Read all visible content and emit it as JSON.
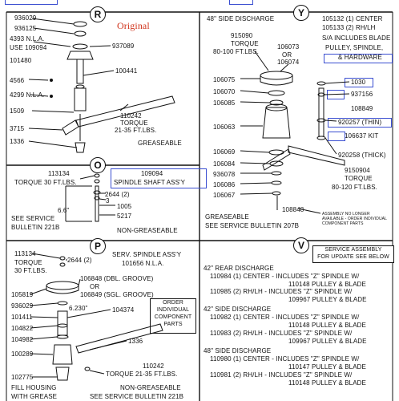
{
  "annotation": {
    "label": "Original",
    "highlight_color": "#3b4fd1",
    "label_color": "#d0341c"
  },
  "sections": {
    "R": {
      "letter": "R",
      "parts": [
        "936029",
        "936125",
        "4393 N.L.A.",
        "USE 109094",
        "101480",
        "4566",
        "4299 N.L.A.",
        "1509",
        "3715",
        "1336",
        "937089",
        "100441",
        "110242"
      ],
      "torque": "TORQUE",
      "torque_spec": "21-35 FT.LBS.",
      "note": "GREASEABLE"
    },
    "Y": {
      "letter": "Y",
      "title": "48\" SIDE DISCHARGE",
      "center": "105132 (1) CENTER",
      "rlh": "105133 (2) RH/LH",
      "includes": "S/A INCLUDES BLADE",
      "includes2": "PULLEY, SPINDLE,",
      "includes3": "& HARDWARE",
      "top_part": "915090",
      "top_torque": "TORQUE",
      "top_torque_spec": "80-100 FT.LBS.",
      "p106073": "106073",
      "or": "OR",
      "p106074": "106074",
      "left_parts": [
        "106075",
        "106070",
        "106085",
        "106063",
        "106069",
        "106084",
        "936078",
        "106086",
        "106067"
      ],
      "right_parts": [
        "1030",
        "937156",
        "108849",
        "920257 (THIN)",
        "106637 KIT",
        "920258 (THICK)",
        "9150904"
      ],
      "bottom_torque": "TORQUE",
      "bottom_torque_spec": "80-120 FT.LBS.",
      "p108848": "108848",
      "nla": "ASSEMBLY NO LONGER AVAILABLE - ORDER INDIVIDUAL COMPONENT PARTS",
      "greaseable": "GREASEABLE",
      "bulletin": "SEE SERVICE BULLETIN 207B"
    },
    "O": {
      "letter": "O",
      "p113134": "113134",
      "torque": "TORQUE 30 FT.LBS.",
      "p109094": "109094",
      "assy": "SPINDLE SHAFT ASS'Y",
      "p2644": "2644 (2)",
      "p3": "3",
      "p1005": "1005",
      "p5217": "5217",
      "dim": "6.6\"",
      "service": "SEE SERVICE",
      "bulletin": "BULLETIN 221B",
      "note": "NON-GREASEABLE"
    },
    "P": {
      "letter": "P",
      "p113134": "113134",
      "torque": "TORQUE",
      "torque_spec": "30 FT.LBS.",
      "serv": "SERV. SPINDLE ASS'Y",
      "serv_nla": "101656 N.L.A.",
      "p2644": "2644 (2)",
      "p106848": "106848 (DBL. GROOVE)",
      "or": "OR",
      "p106849": "106849 (SGL. GROOVE)",
      "left_parts": [
        "105819",
        "936029",
        "101411",
        "104822",
        "104982",
        "100289",
        "102775"
      ],
      "dim": "6.230\"",
      "p104374": "104374",
      "order": [
        "ORDER",
        "INDIVIDUAL",
        "COMPONENT",
        "PARTS"
      ],
      "p1336": "1336",
      "p110242": "110242",
      "blade_torque": "TORQUE 21-35 FT.LBS.",
      "fill": "FILL HOUSING",
      "grease": "WITH GREASE",
      "non": "NON-GREASEABLE",
      "bulletin": "SEE SERVICE BULLETIN 221B"
    },
    "V": {
      "letter": "V",
      "box": [
        "SERVICE ASSEMBLY",
        "FOR UPDATE SEE BELOW"
      ],
      "groups": [
        {
          "title": "42\" REAR DISCHARGE",
          "lines": [
            [
              "110984 (1) CENTER - INCLUDES \"Z\" SPINDLE W/",
              "110148 PULLEY & BLADE"
            ],
            [
              "110985 (2) RH/LH - INCLUDES \"Z\" SPINDLE W/",
              "109967 PULLEY & BLADE"
            ]
          ]
        },
        {
          "title": "42\" SIDE DISCHARGE",
          "lines": [
            [
              "110982 (1) CENTER - INCLUDES \"Z\" SPINDLE W/",
              "110148 PULLEY & BLADE"
            ],
            [
              "110983 (2) RH/LH - INCLUDES \"Z\" SPINDLE W/",
              "109967 PULLEY & BLADE"
            ]
          ]
        },
        {
          "title": "48\" SIDE DISCHARGE",
          "lines": [
            [
              "110980 (1) CENTER - INCLUDES \"Z\" SPINDLE W/",
              "110147 PULLEY & BLADE"
            ],
            [
              "110981 (2) RH/LH - INCLUDES \"Z\" SPINDLE W/",
              "110148 PULLEY & BLADE"
            ]
          ]
        }
      ]
    }
  }
}
